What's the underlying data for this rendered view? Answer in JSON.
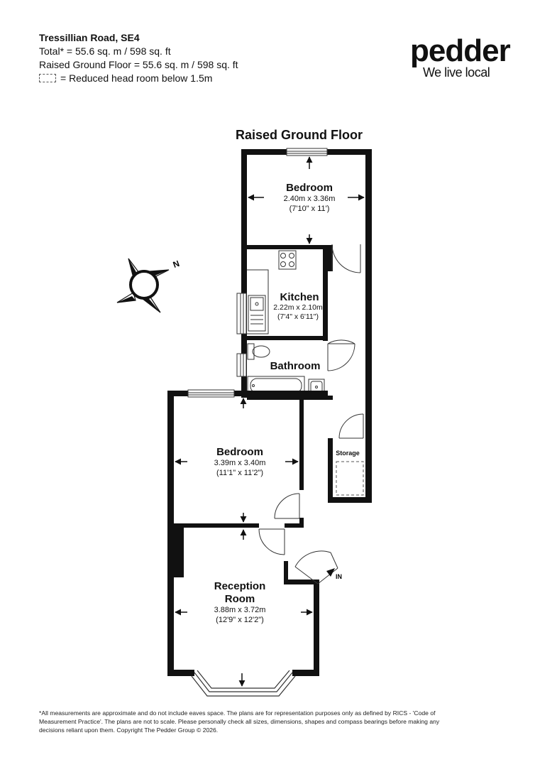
{
  "header": {
    "address": "Tressillian Road, SE4",
    "total": "Total* = 55.6 sq. m / 598 sq. ft",
    "floor_area": "Raised Ground Floor = 55.6 sq. m / 598 sq. ft",
    "legend": "= Reduced head room below 1.5m"
  },
  "logo": {
    "word": "pedder",
    "tagline": "We live local"
  },
  "floor_title": "Raised Ground Floor",
  "compass": {
    "label": "N"
  },
  "rooms": {
    "bedroom1": {
      "name": "Bedroom",
      "size_m": "2.40m x 3.36m",
      "size_ft": "(7'10\" x 11')"
    },
    "kitchen": {
      "name": "Kitchen",
      "size_m": "2.22m x 2.10m",
      "size_ft": "(7'4\" x 6'11\")"
    },
    "bathroom": {
      "name": "Bathroom"
    },
    "bedroom2": {
      "name": "Bedroom",
      "size_m": "3.39m x 3.40m",
      "size_ft": "(11'1\" x 11'2\")"
    },
    "storage": {
      "name": "Storage"
    },
    "reception": {
      "name1": "Reception",
      "name2": "Room",
      "size_m": "3.88m x 3.72m",
      "size_ft": "(12'9\" x 12'2\")"
    }
  },
  "entrance_label": "IN",
  "disclaimer": "*All measurements are approximate and do not include eaves space. The plans are for representation purposes only as defined by RICS - 'Code of Measurement Practice'. The plans are not to scale. Please personally check all sizes, dimensions, shapes and compass bearings before making any decisions reliant upon them. Copyright The Pedder Group © 2026."
}
